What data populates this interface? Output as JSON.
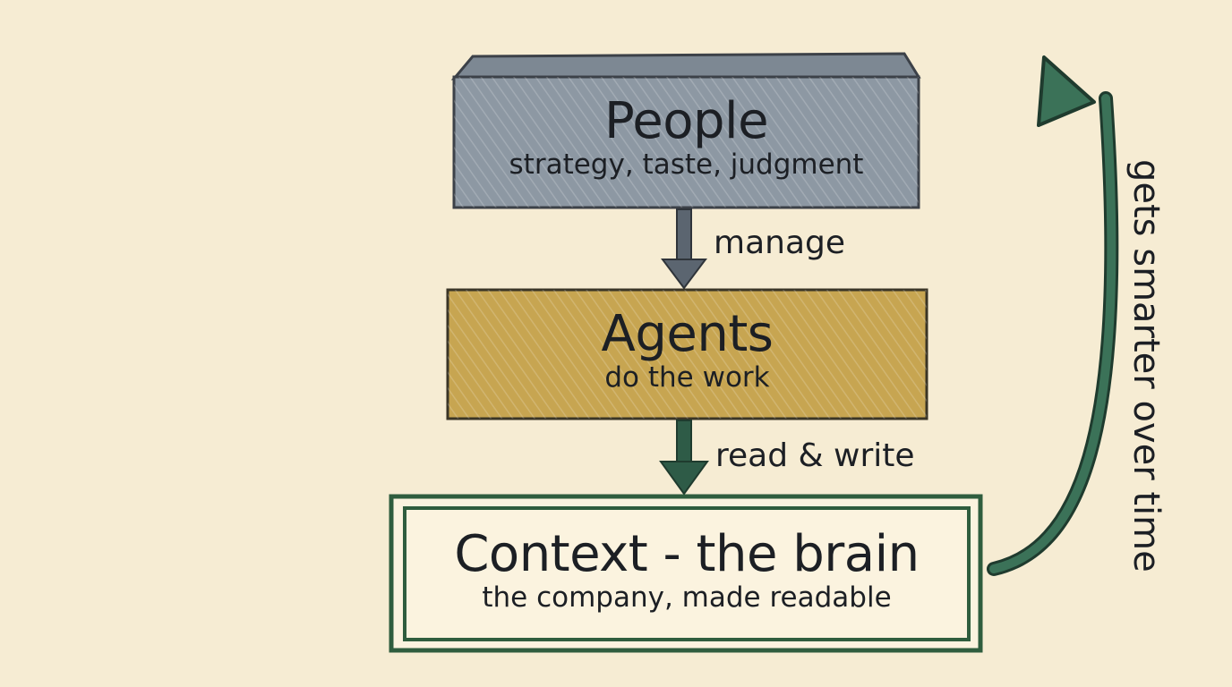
{
  "nodes": {
    "people": {
      "title": "People",
      "subtitle": "strategy, taste, judgment",
      "color": "#8d98a3"
    },
    "agents": {
      "title": "Agents",
      "subtitle": "do the work",
      "color": "#c7a551"
    },
    "context": {
      "title": "Context - the brain",
      "subtitle": "the company, made readable",
      "border_color": "#2f5d3e"
    }
  },
  "edges": {
    "manage": {
      "label": "manage",
      "color": "#5b6570"
    },
    "read_write": {
      "label": "read & write",
      "color": "#2e5b47"
    },
    "loop": {
      "label": "gets smarter over time",
      "color": "#3b7258"
    }
  }
}
